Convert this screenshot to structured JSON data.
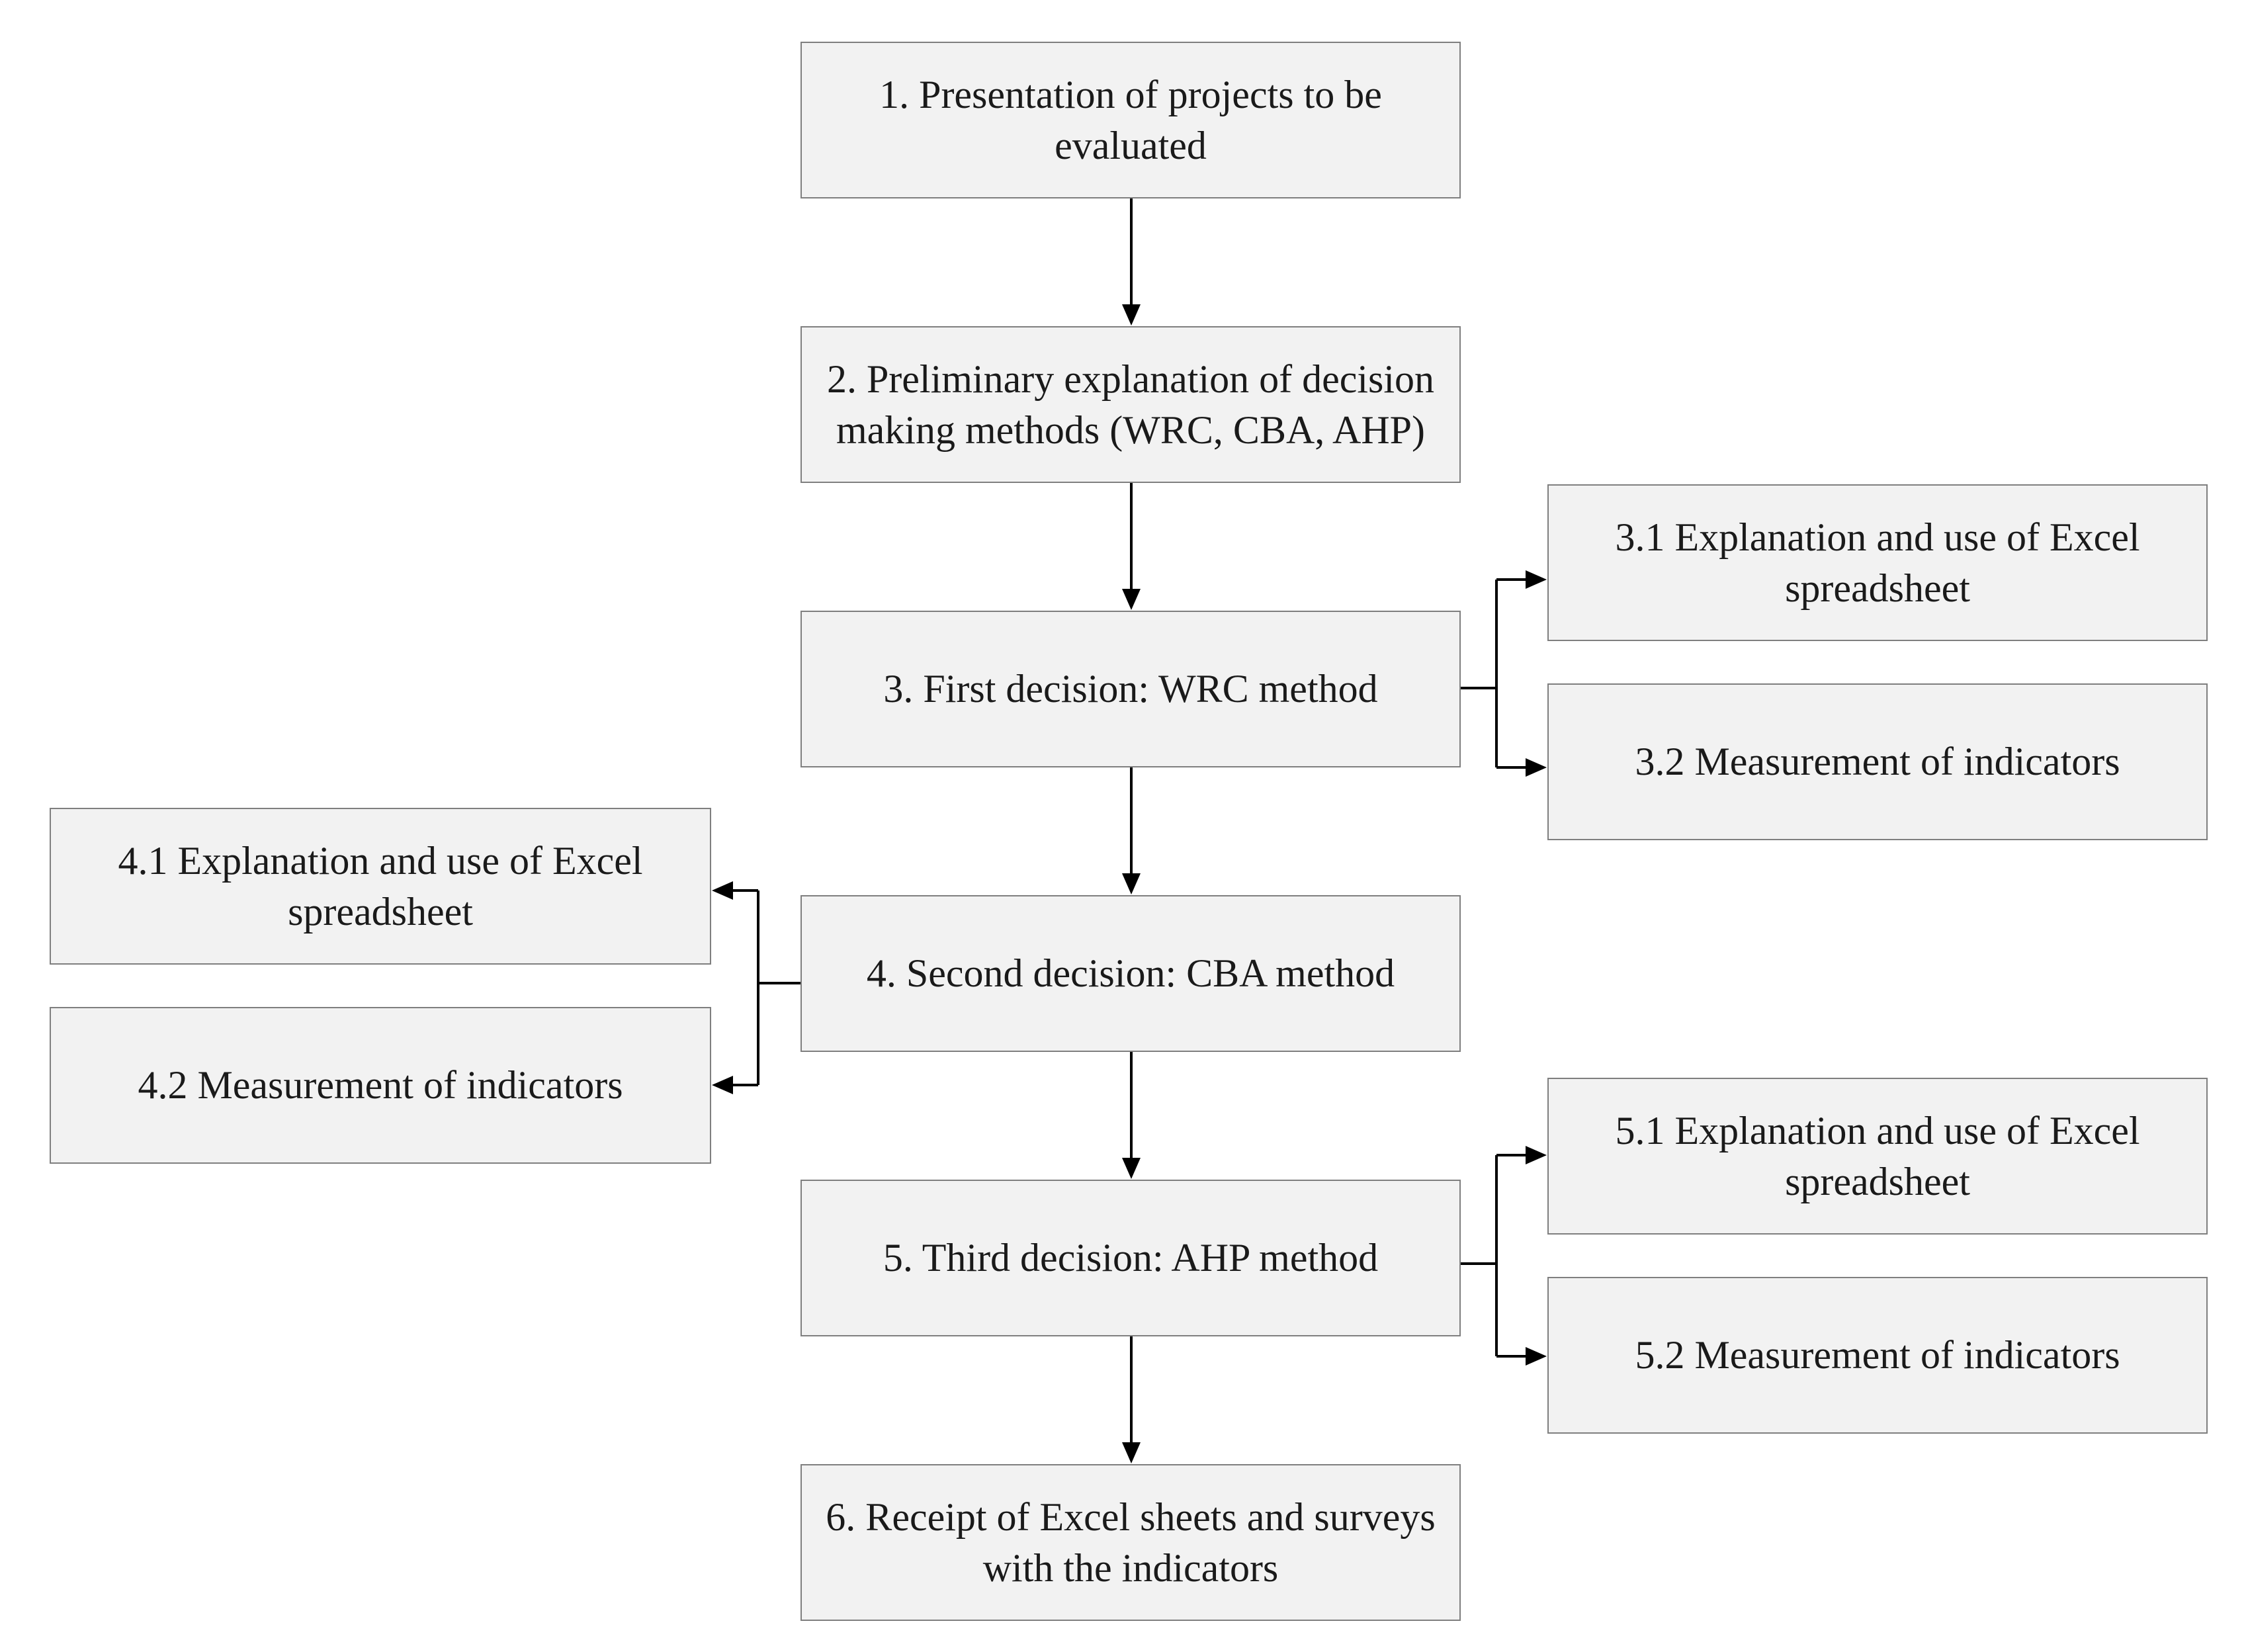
{
  "diagram": {
    "step1": "1. Presentation of projects to be evaluated",
    "step2": "2. Preliminary explanation of decision making methods (WRC, CBA, AHP)",
    "step3": "3. First decision: WRC method",
    "step3_1": "3.1 Explanation and use of Excel spreadsheet",
    "step3_2": "3.2 Measurement of indicators",
    "step4": "4. Second decision: CBA method",
    "step4_1": "4.1 Explanation and use of Excel spreadsheet",
    "step4_2": "4.2 Measurement of indicators",
    "step5": "5. Third decision: AHP method",
    "step5_1": "5.1 Explanation and use of Excel spreadsheet",
    "step5_2": "5.2 Measurement of indicators",
    "step6": "6. Receipt of Excel sheets and surveys with the indicators"
  }
}
